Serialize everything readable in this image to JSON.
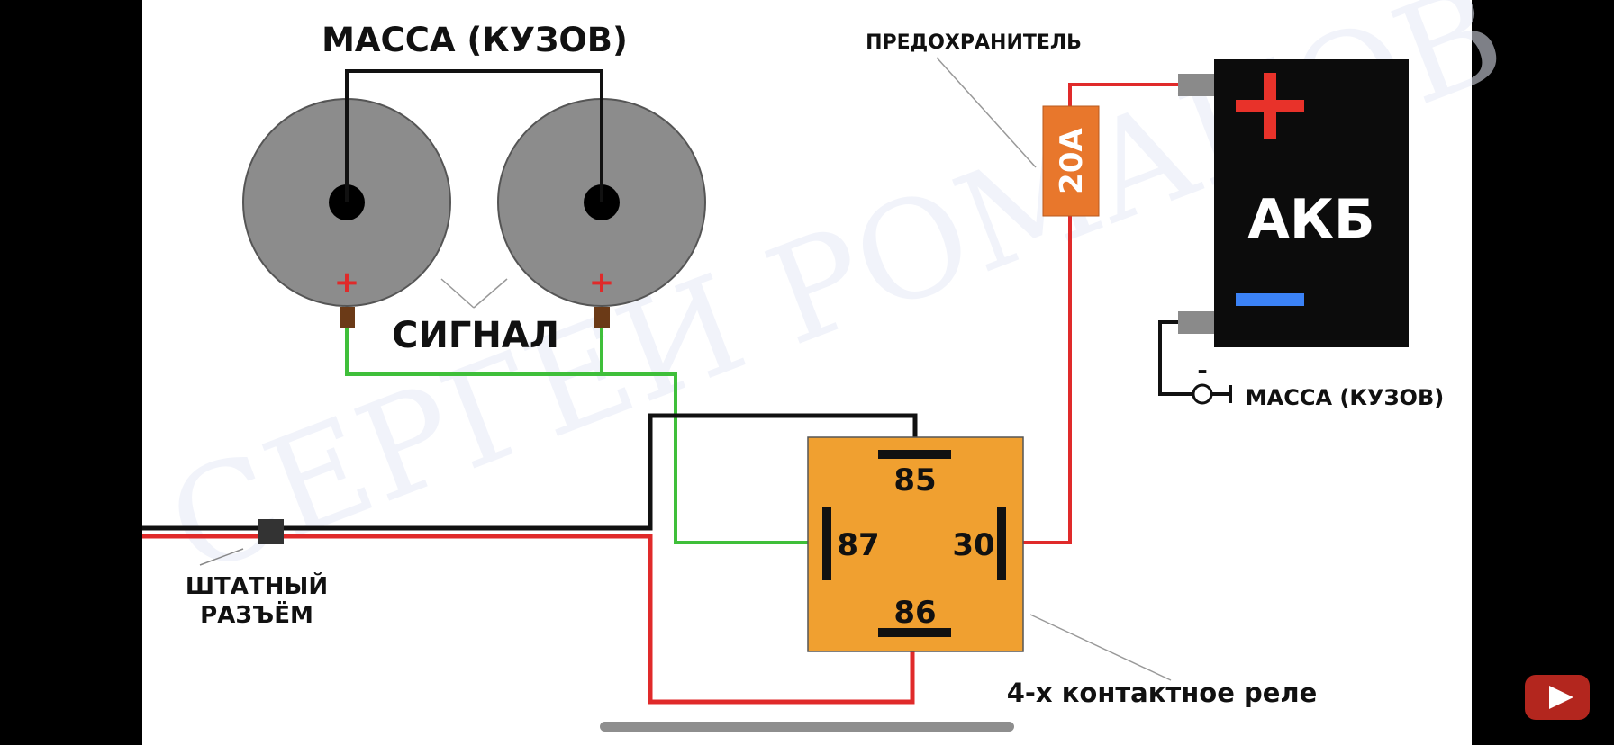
{
  "labels": {
    "mass_top": "МАССА (КУЗОВ)",
    "signal": "СИГНАЛ",
    "fuse_label": "ПРЕДОХРАНИТЕЛЬ",
    "fuse_rating": "20А",
    "battery": "АКБ",
    "battery_plus": "+",
    "battery_minus": "-",
    "mass_right": "МАССА (КУЗОВ)",
    "connector_line1": "ШТАТНЫЙ",
    "connector_line2": "РАЗЪЁМ",
    "relay_caption": "4-х контактное реле",
    "watermark": "СЕРГЕЙ РОМАНОВ"
  },
  "horns": [
    {
      "polarity": "+"
    },
    {
      "polarity": "+"
    }
  ],
  "relay_pins": {
    "top": "85",
    "left": "87",
    "right": "30",
    "bottom": "86"
  },
  "colors": {
    "wire_black": "#111111",
    "wire_red": "#e02a2a",
    "wire_green": "#3fbf3a",
    "relay_fill": "#f0a030",
    "fuse_fill": "#e8772c",
    "horn_fill": "#8c8c8c",
    "battery_plus": "#e8322a",
    "battery_minus": "#3b82f6",
    "youtube_red": "#b3261e"
  },
  "ui": {
    "play_icon": "play-icon"
  }
}
